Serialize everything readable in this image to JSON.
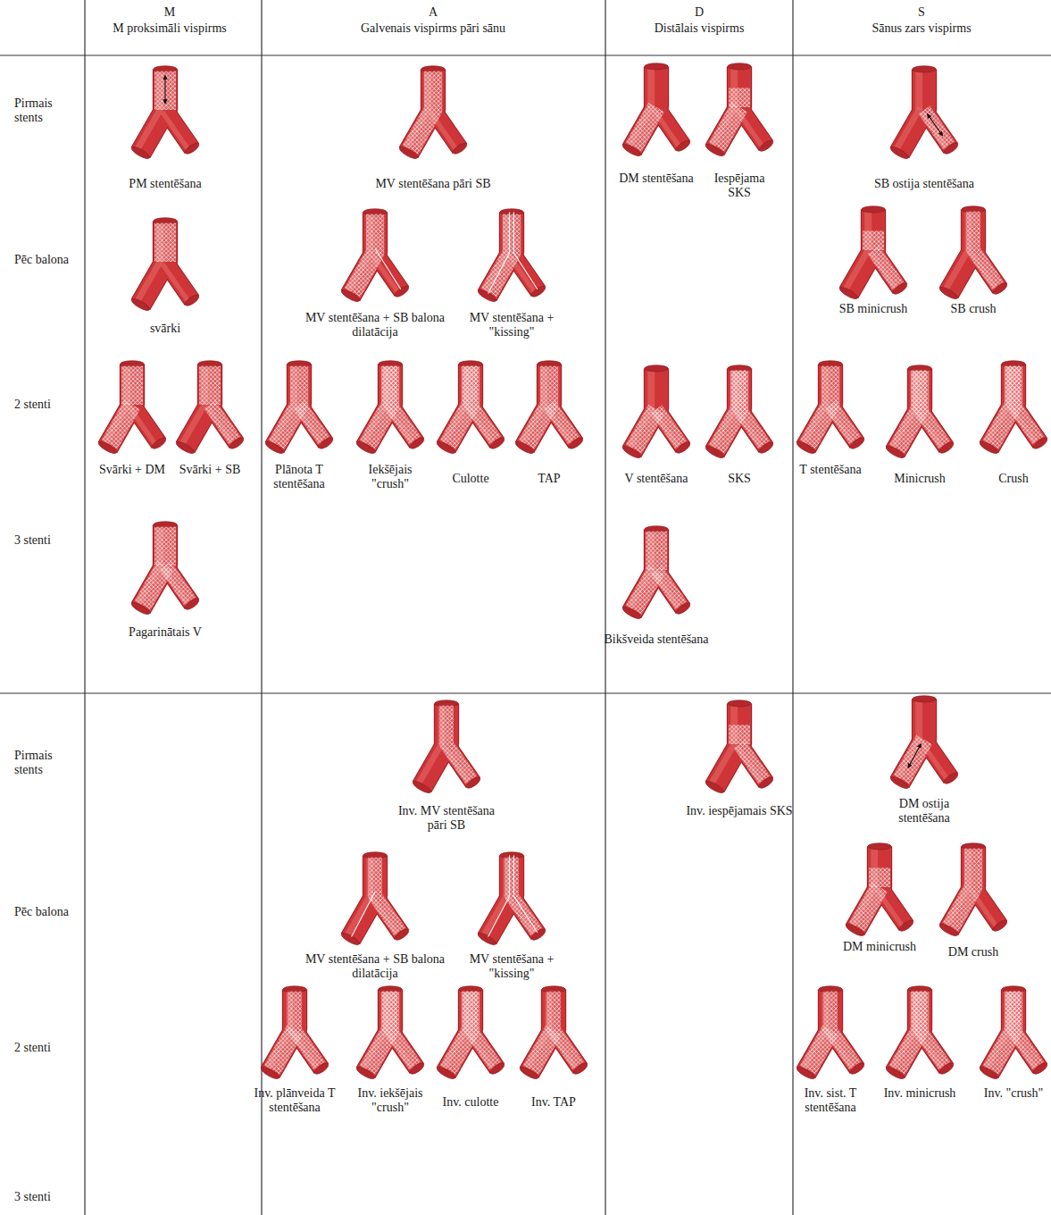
{
  "diagram": {
    "labels": [
      "M",
      "M proksimāli vispirms",
      "A",
      "Galvenais vispirms pāri sānu",
      "D",
      "Distālais vispirms",
      "S",
      "Sānus zars vispirms",
      "Pirmais stents",
      "Pēc balona",
      "2 stenti",
      "3 stenti",
      "PM stentēšana",
      "MV stentēšana pāri SB",
      "DM stentēšana",
      "Iespējama SKS",
      "SB ostija stentēšana",
      "svārki",
      "MV stentēšana + SB balona dilatācija",
      "MV stentēšana + \"kissing\"",
      "SB minicrush",
      "SB crush",
      "Svārki + DM",
      "Svārki + SB",
      "Plānota T stentēšana",
      "Iekšējais \"crush\"",
      "Culotte",
      "TAP",
      "V stentēšana",
      "SKS",
      "T stentēšana",
      "Minicrush",
      "Crush",
      "Pagarinātais V",
      "Bikšveida stentēšana",
      "Pirmais stents",
      "Pēc balona",
      "2 stenti",
      "3 stenti",
      "Inv. MV stentēšana pāri SB",
      "Inv. iespējamais SKS",
      "DM ostija stentēšana",
      "MV stentēšana + SB balona dilatācija",
      "MV stentēšana + \"kissing\"",
      "DM minicrush",
      "DM crush",
      "Inv. plānveida T stentēšana",
      "Inv. iekšējais \"crush\"",
      "Inv. culotte",
      "Inv. TAP",
      "Inv. sist. T stentēšana",
      "Inv. minicrush",
      "Inv. \"crush\""
    ]
  }
}
